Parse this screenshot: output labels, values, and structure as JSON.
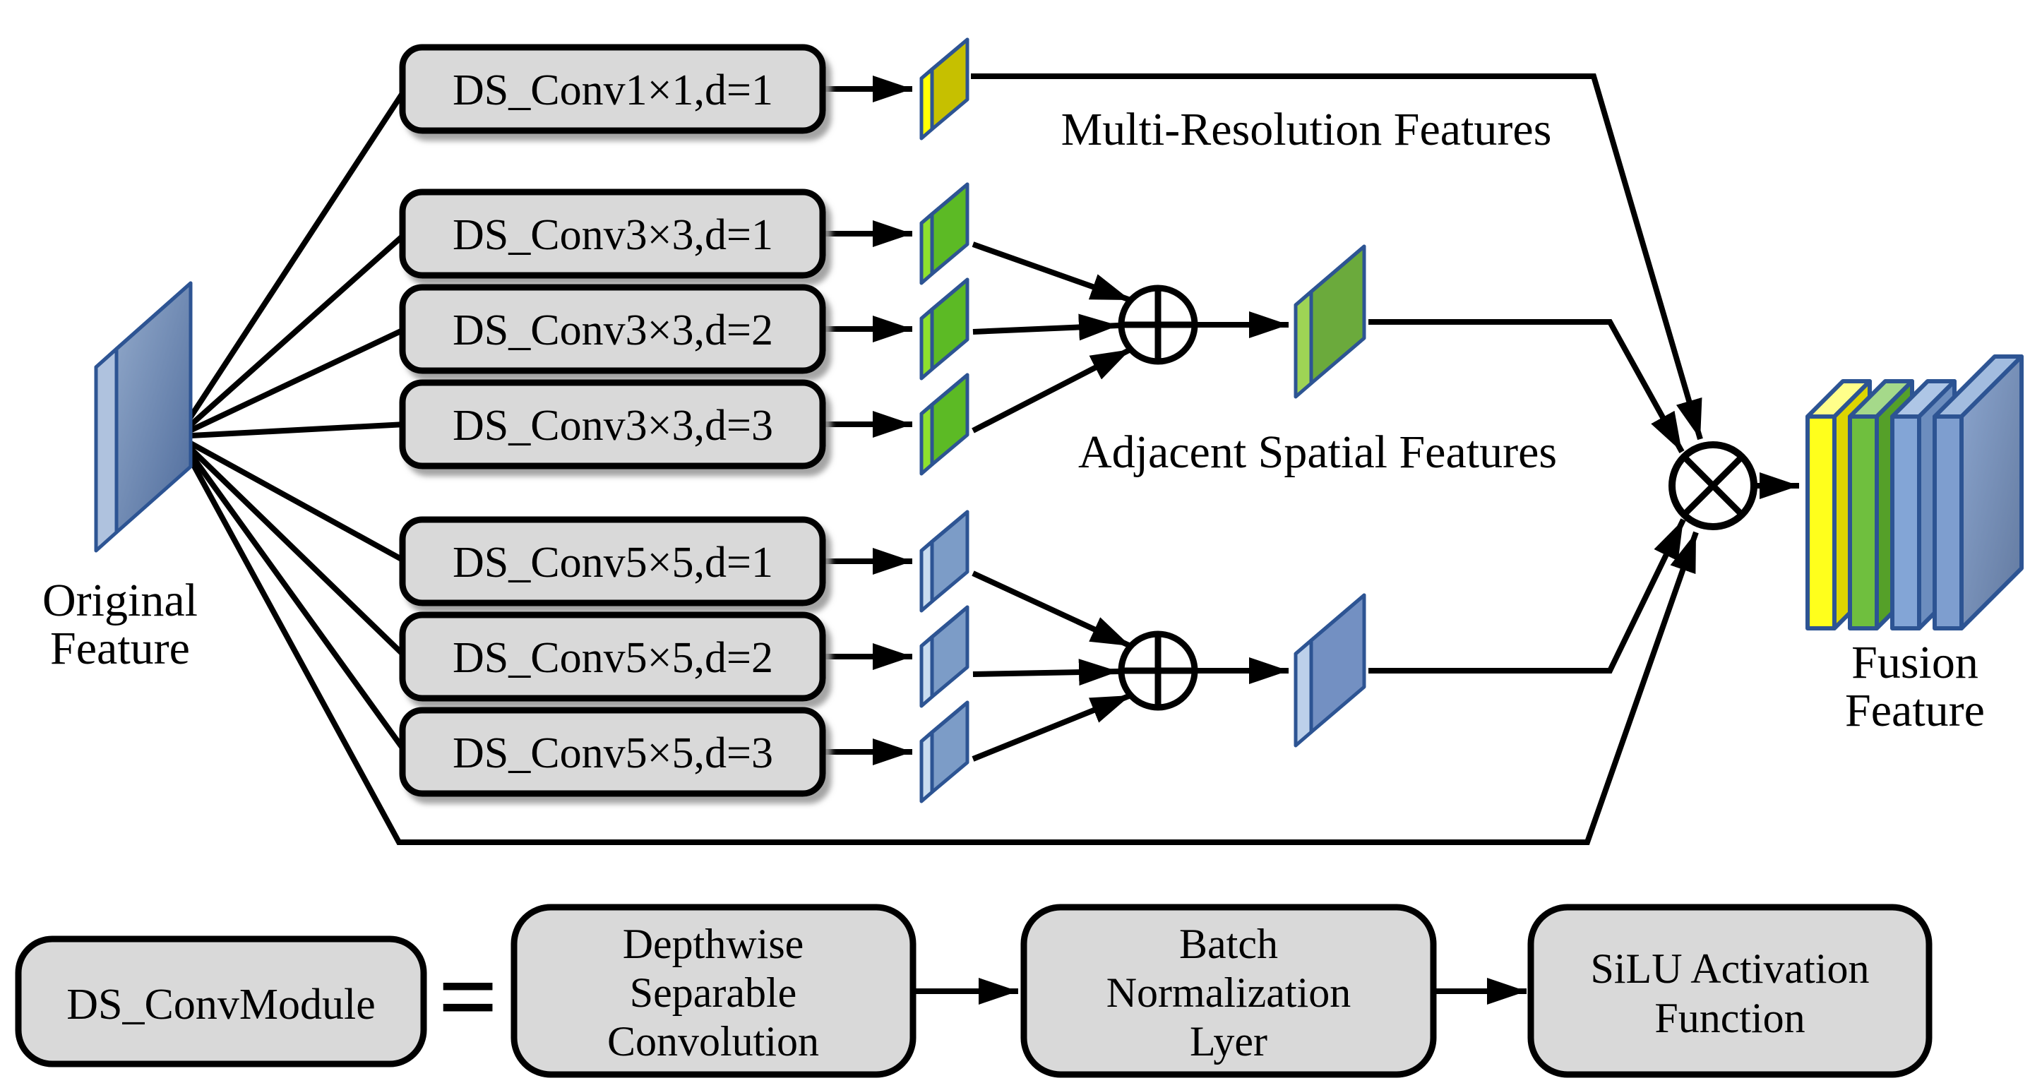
{
  "figure": {
    "title_semantic": "Multi-branch depthwise separable convolution fusion module",
    "input_label": [
      "Original",
      "Feature"
    ],
    "branch_boxes": [
      "DS_Conv1×1,d=1",
      "DS_Conv3×3,d=1",
      "DS_Conv3×3,d=2",
      "DS_Conv3×3,d=3",
      "DS_Conv5×5,d=1",
      "DS_Conv5×5,d=2",
      "DS_Conv5×5,d=3"
    ],
    "annotations": {
      "multi_resolution": "Multi-Resolution Features",
      "adjacent_spatial": "Adjacent Spatial Features"
    },
    "output_label": [
      "Fusion",
      "Feature"
    ],
    "operators": {
      "add": "circle-plus",
      "fuse": "circle-multiply"
    },
    "legend": {
      "module": "DS_ConvModule",
      "equals": "=",
      "steps": [
        [
          "Depthwise",
          "Separable",
          "Convolution"
        ],
        [
          "Batch",
          "Normalization",
          "Lyer"
        ],
        [
          "SiLU Activation",
          "Function"
        ]
      ]
    },
    "colors": {
      "box_fill": "#d9d9d9",
      "box_border": "#000000",
      "slab_outline": "#2d5493",
      "yellow_strip": "#ffff05",
      "yellow_face": "#c6c000",
      "green_strip": "#8ee02e",
      "green_face": "#5cba25",
      "blue_strip": "#c9dcf0",
      "blue_face": "#7c9cc7",
      "merged_green_face": "#6baa3c",
      "merged_blue_face": "#7390c2",
      "original_face_dark": "#4f6c9c",
      "fusion_front_yellow": "#ffff1c",
      "fusion_front_green": "#6fbf3e",
      "fusion_front_blue": "#83a5d6",
      "fusion_big_blue": "#7e9ecf"
    }
  }
}
